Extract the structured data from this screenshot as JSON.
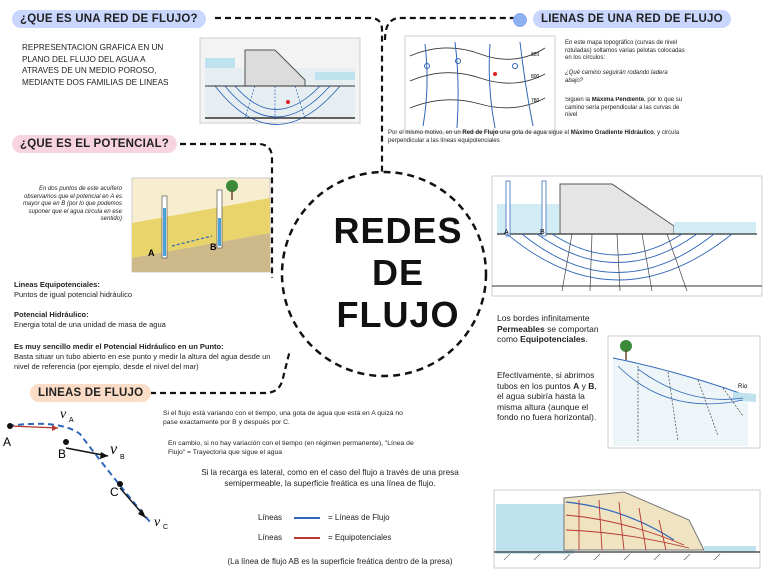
{
  "center": {
    "lines": [
      "REDES",
      "DE",
      "FLUJO"
    ]
  },
  "pills": {
    "red_de_flujo": "¿QUE ES UNA RED DE FLUJO?",
    "lineas_red": "LIENAS DE UNA RED DE FLUJO",
    "potencial": "¿QUE ES EL POTENCIAL?",
    "lineas_flujo": "LINEAS DE FLUJO"
  },
  "red_def": {
    "text": "REPRESENTACION GRAFICA EN UN PLANO DEL FLUJO DEL AGUA A ATRAVES DE UN MEDIO POROSO, MEDIANTE DOS FAMILIAS DE LINEAS"
  },
  "topo": {
    "intro": "En este mapa topográfico (curvas de nivel rotuladas) soltamos varias pelotas colocadas en los círculos:",
    "question": "¿Qué camino seguirán rodando ladera abajo?",
    "answer_pre": "Siguen la ",
    "answer_bold": "Máxima Pendiente",
    "answer_post": ", por lo que su camino sería perpendicular a las curvas de nivel",
    "contours": [
      "820",
      "800",
      "780"
    ],
    "caption_pre": "Por el mismo motivo, en un ",
    "caption_b1": "Red de Flujo",
    "caption_mid": " una gota de agua sigue el ",
    "caption_b2": "Máximo Gradiente Hidráulico",
    "caption_post": ", y circula perpendicular a las líneas equipotenciales"
  },
  "potencial": {
    "aquifer": "En dos puntos de este acuífero observamos que el potencial en A es mayor que en B (por lo que podemos suponer que el agua circula en ese sentido)",
    "label_a": "A",
    "label_b": "B",
    "equip_title": "Lineas Equipotenciales:",
    "equip_text": "Puntos de igual potencial hidráulico",
    "pot_title": "Potencial Hidráulico:",
    "pot_text": "Energia total de una unidad de masa de agua",
    "simple_title": "Es muy sencillo medir el Potencial Hidráulico en un Punto:",
    "simple_text": "Basta situar un tubo abierto en ese punto y medir la altura del agua desde un nivel de referencia (por ejemplo, desde el nivel del mar)"
  },
  "dam": {
    "label_a": "A",
    "label_b": "B"
  },
  "bordes": {
    "p1_pre": "Los bordes infinitamente ",
    "p1_b1": "Permeables",
    "p1_mid": " se comportan como ",
    "p1_b2": "Equipotenciales",
    "p1_post": ".",
    "p2_pre": "Efectivamente, si abrimos tubos en los puntos ",
    "p2_a": "A",
    "p2_mid": " y ",
    "p2_b": "B",
    "p2_post": ", el agua subiría hasta la misma altura (aunque el fondo no fuera horizontal).",
    "river": "Río"
  },
  "flujo": {
    "text1": "Si el flujo está variando con el tiempo, una gota de agua que está en A quizá no pase exactamente por B y después por C.",
    "text2": "En cambio, si no hay variación con el tiempo (en régimen permanente), \"Línea de Flujo\" = Trayectoria que sigue el agua",
    "text3": "Si la recarga es lateral, como en el caso del flujo a través de una presa semipermeable, la superficie freática es una línea de flujo.",
    "legend_label1": "Líneas",
    "legend_val1": "= Líneas de Flujo",
    "legend_label2": "Líneas",
    "legend_val2": "= Equipotenciales",
    "caption": "(La línea de flujo AB es la superficie freática dentro de la presa)",
    "pt_a": "A",
    "pt_b": "B",
    "pt_c": "C",
    "v_a": "v",
    "v_a_sub": "A",
    "v_b": "v",
    "v_b_sub": "B",
    "v_c": "v",
    "v_c_sub": "C"
  },
  "colors": {
    "flow_blue": "#2f67b8",
    "equip_red": "#b8372f",
    "water": "#bfe2ef",
    "soil": "#e8d89a",
    "dash": "#111111"
  }
}
